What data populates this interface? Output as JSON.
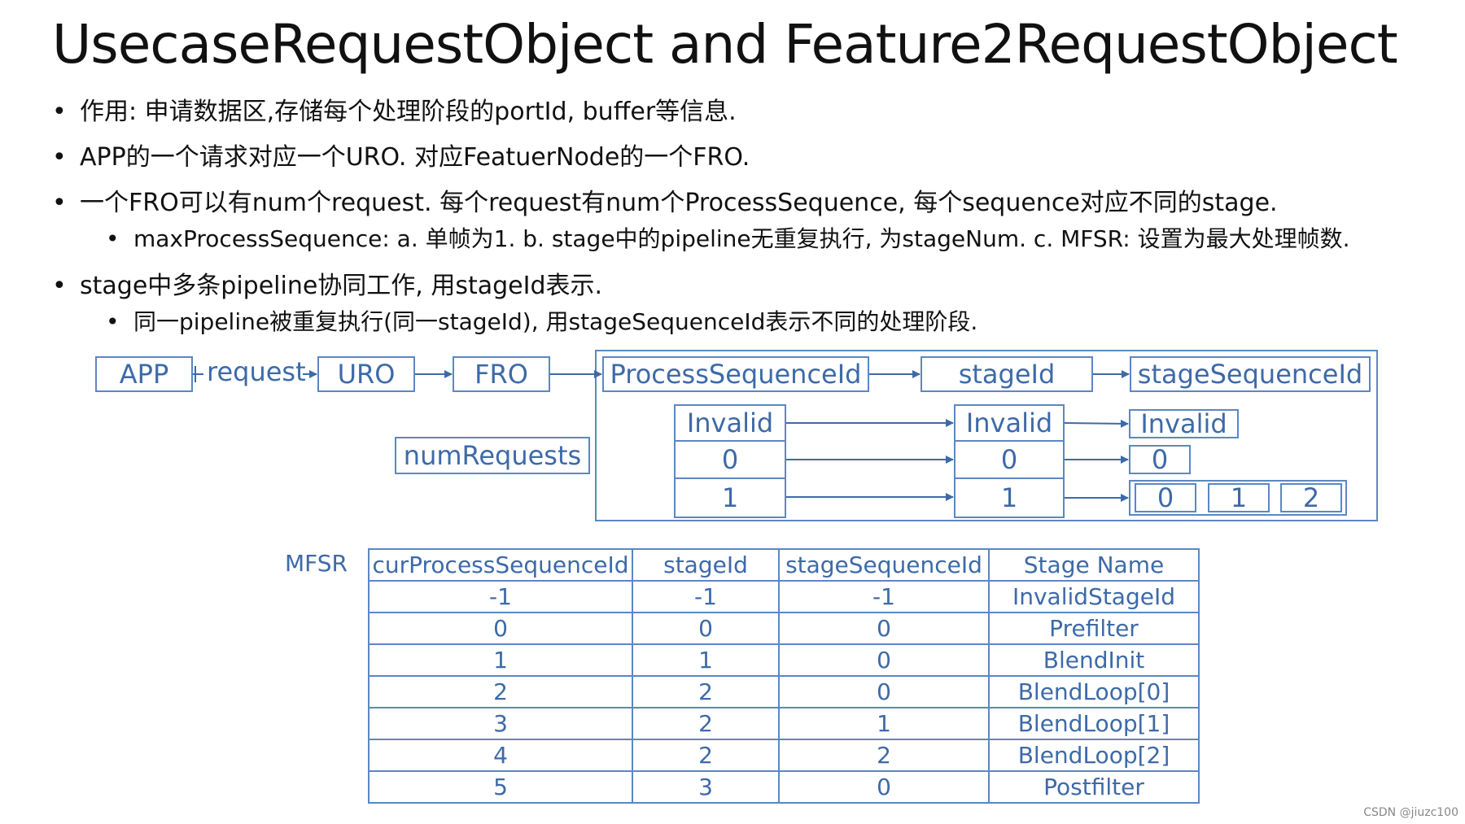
{
  "title": "UsecaseRequestObject and Feature2RequestObject",
  "bullets": [
    {
      "text": "作用: 申请数据区,存储每个处理阶段的portId, buffer等信息."
    },
    {
      "text": "APP的一个请求对应一个URO. 对应FeatuerNode的一个FRO."
    },
    {
      "text": "一个FRO可以有num个request. 每个request有num个ProcessSequence, 每个sequence对应不同的stage."
    },
    {
      "text": "maxProcessSequence: a. 单帧为1.  b. stage中的pipeline无重复执行, 为stageNum. c. MFSR: 设置为最大处理帧数."
    },
    {
      "text": "stage中多条pipeline协同工作, 用stageId表示."
    },
    {
      "text": "同一pipeline被重复执行(同一stageId), 用stageSequenceId表示不同的处理阶段."
    }
  ],
  "diagram": {
    "app": "APP",
    "request": "request",
    "uro": "URO",
    "fro": "FRO",
    "num_requests": "numRequests",
    "process_sequence_id": "ProcessSequenceId",
    "stage_id": "stageId",
    "stage_sequence_id": "stageSequenceId",
    "psid_values": [
      "Invalid",
      "0",
      "1"
    ],
    "stageid_values": [
      "Invalid",
      "0",
      "1"
    ],
    "ssid_invalid": "Invalid",
    "ssid_zero": "0",
    "ssid_multi": [
      "0",
      "1",
      "2"
    ]
  },
  "mfsr": {
    "label": "MFSR",
    "headers": [
      "curProcessSequenceId",
      "stageId",
      "stageSequenceId",
      "Stage Name"
    ],
    "rows": [
      [
        "-1",
        "-1",
        "-1",
        "InvalidStageId"
      ],
      [
        "0",
        "0",
        "0",
        "Prefilter"
      ],
      [
        "1",
        "1",
        "0",
        "BlendInit"
      ],
      [
        "2",
        "2",
        "0",
        "BlendLoop[0]"
      ],
      [
        "3",
        "2",
        "1",
        "BlendLoop[1]"
      ],
      [
        "4",
        "2",
        "2",
        "BlendLoop[2]"
      ],
      [
        "5",
        "3",
        "0",
        "Postfilter"
      ]
    ]
  },
  "footer": "CSDN @jiuzc100",
  "colors": {
    "accent": "#5b87c3",
    "text_blue": "#3d6aa8"
  }
}
